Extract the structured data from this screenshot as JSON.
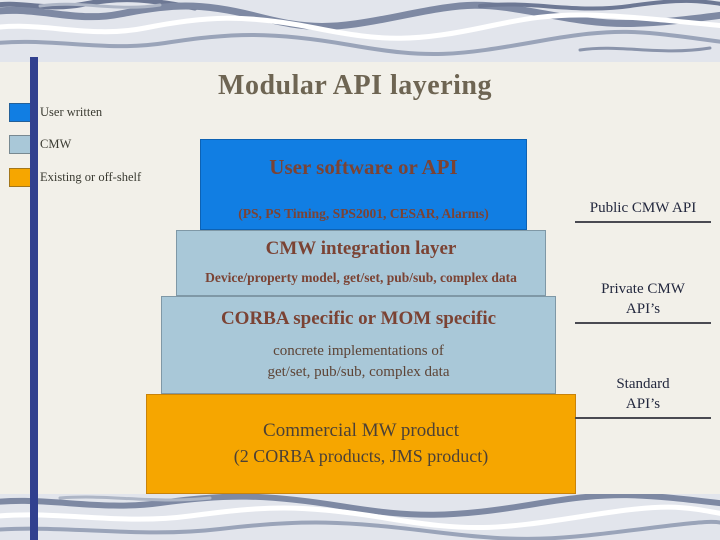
{
  "slide": {
    "title": "Modular API layering"
  },
  "legend": {
    "items": [
      {
        "label": "User written",
        "color": "#117ee3"
      },
      {
        "label": "CMW",
        "color": "#a9c8d8"
      },
      {
        "label": "Existing or off-shelf",
        "color": "#f6a600"
      }
    ]
  },
  "layers": {
    "user": {
      "title": "User software or API",
      "subtitle": "(PS, PS Timing, SPS2001, CESAR, Alarms)",
      "color": "#117ee3"
    },
    "integration": {
      "title": "CMW integration layer",
      "subtitle": "Device/property model, get/set, pub/sub, complex data",
      "color": "#a9c8d8"
    },
    "corba": {
      "title": "CORBA specific or MOM specific",
      "subtitle_line1": "concrete implementations of",
      "subtitle_line2": "get/set, pub/sub, complex data",
      "color": "#a9c8d8"
    },
    "commercial": {
      "line1": "Commercial MW product",
      "line2": "(2 CORBA products, JMS product)",
      "color": "#f6a600"
    }
  },
  "side_labels": {
    "public_cmw_api": {
      "line1": "Public CMW API"
    },
    "private_cmw_api": {
      "line1": "Private CMW",
      "line2": "API’s"
    },
    "standard_api": {
      "line1": "Standard",
      "line2": "API’s"
    }
  },
  "colors": {
    "slide_background": "#f2f0e9",
    "band_background": "#e2e5ec",
    "left_accent_bar": "#31408f",
    "title_text": "#6e6553",
    "box_title_text": "#7b4334",
    "side_label_text": "#23283e"
  }
}
